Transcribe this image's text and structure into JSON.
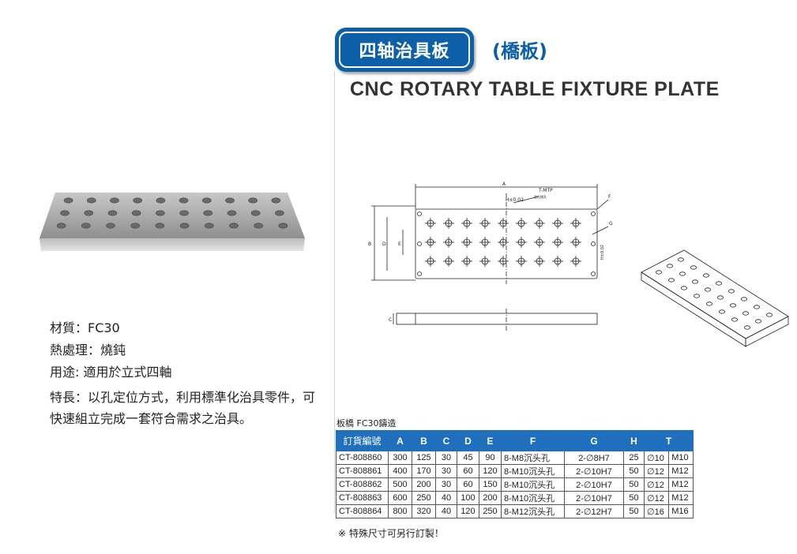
{
  "title": {
    "badge": "四轴治具板",
    "subtitle_cn": "(橋板)",
    "english": "CNC ROTARY TABLE FIXTURE PLATE"
  },
  "specs": {
    "material": "材質：FC30",
    "heat_treatment": "熱處理：燒鈍",
    "usage": "用途:  適用於立式四軸",
    "features": "特長：以孔定位方式，利用標準化治具零件，可快速組立完成一套符合需求之治具。"
  },
  "drawing": {
    "label_a": "A",
    "label_b": "B",
    "label_d": "D",
    "label_e": "E",
    "label_f": "F",
    "label_g": "G",
    "label_c": "C",
    "label_h": "H±0.02",
    "label_h2": "H±0.02",
    "label_tmtp": "T-MTP",
    "label_tmtp_sub": "定位銷孔"
  },
  "table": {
    "caption": "板橋  FC30鑄造",
    "headers": [
      "訂貨編號",
      "A",
      "B",
      "C",
      "D",
      "E",
      "F",
      "G",
      "H",
      "T"
    ],
    "rows": [
      [
        "CT-808860",
        "300",
        "125",
        "30",
        "45",
        "90",
        "8-M8沉头孔",
        "2-∅8H7",
        "25",
        "∅10",
        "M10"
      ],
      [
        "CT-808861",
        "400",
        "170",
        "30",
        "60",
        "120",
        "8-M10沉头孔",
        "2-∅10H7",
        "50",
        "∅12",
        "M12"
      ],
      [
        "CT-808862",
        "500",
        "200",
        "30",
        "60",
        "150",
        "8-M10沉头孔",
        "2-∅10H7",
        "50",
        "∅12",
        "M12"
      ],
      [
        "CT-808863",
        "600",
        "250",
        "40",
        "100",
        "200",
        "8-M10沉头孔",
        "2-∅10H7",
        "50",
        "∅12",
        "M12"
      ],
      [
        "CT-808864",
        "800",
        "320",
        "40",
        "120",
        "250",
        "8-M12沉头孔",
        "2-∅12H7",
        "50",
        "∅16",
        "M16"
      ]
    ],
    "note": "※  特殊尺寸可另行訂製！"
  }
}
